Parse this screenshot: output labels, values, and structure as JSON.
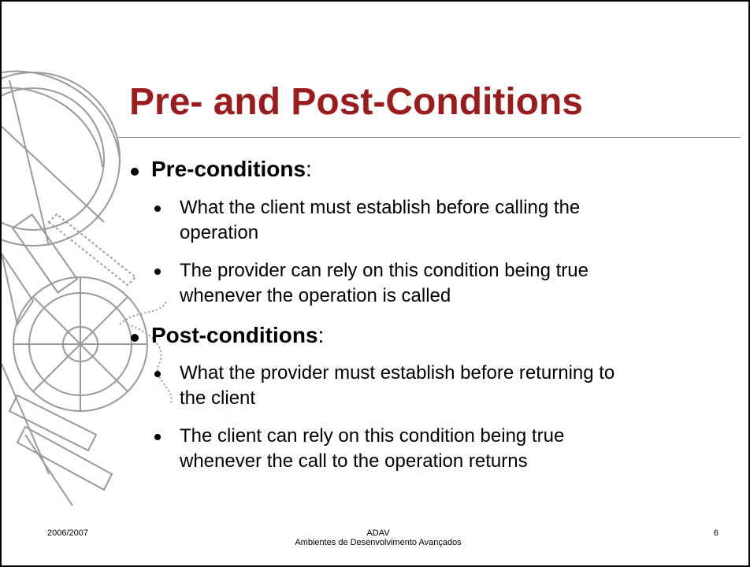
{
  "slide": {
    "title": "Pre- and Post-Conditions",
    "title_color": "#9b1c1c",
    "bullets": [
      {
        "label": "Pre-conditions",
        "suffix": ":",
        "subitems": [
          {
            "line1": "What the client must establish before calling the",
            "line2": "operation"
          },
          {
            "line1": "The provider can rely on this condition being true",
            "line2": "whenever the operation is called"
          }
        ]
      },
      {
        "label": "Post-conditions",
        "suffix": ":",
        "subitems": [
          {
            "line1": "What the provider must establish before returning to",
            "line2": "the client"
          },
          {
            "line1": "The client can rely on this condition being true",
            "line2": "whenever the call to the operation returns"
          }
        ]
      }
    ]
  },
  "footer": {
    "date": "2006/2007",
    "course_code": "ADAV",
    "course_name": "Ambientes de Desenvolvimento Avançados",
    "page_number": "6"
  }
}
